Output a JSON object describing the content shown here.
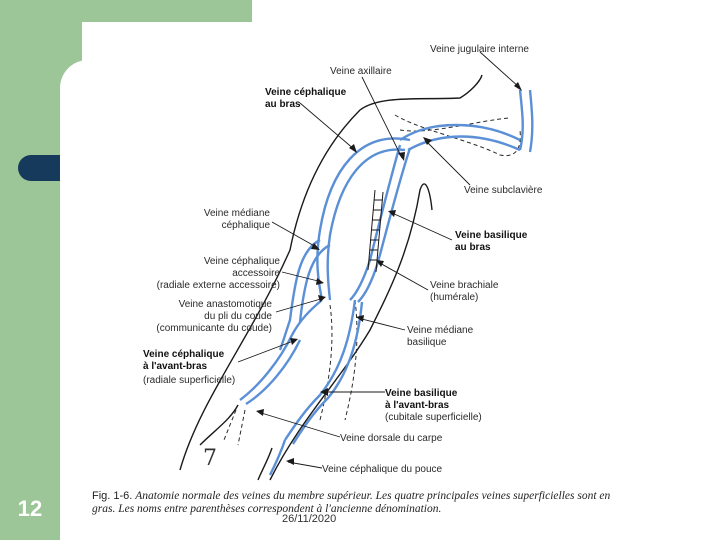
{
  "slide": {
    "number": "12",
    "date": "26/11/2020"
  },
  "colors": {
    "accent_green": "#9dc698",
    "navy": "#163a5c",
    "vein_blue": "#5b8fd6"
  },
  "labels": {
    "jugulaire": "Veine jugulaire interne",
    "axillaire": "Veine axillaire",
    "cephalique_bras_1": "Veine céphalique",
    "cephalique_bras_2": "au bras",
    "subclaviere": "Veine subclavière",
    "mediane_ceph_1": "Veine médiane",
    "mediane_ceph_2": "céphalique",
    "basilique_bras_1": "Veine basilique",
    "basilique_bras_2": "au bras",
    "ceph_access_1": "Veine céphalique",
    "ceph_access_2": "accessoire",
    "ceph_access_3": "(radiale externe accessoire)",
    "brachiale_1": "Veine brachiale",
    "brachiale_2": "(humérale)",
    "anastomotique_1": "Veine anastomotique",
    "anastomotique_2": "du pli du coude",
    "anastomotique_3": "(communicante du coude)",
    "mediane_basil_1": "Veine médiane",
    "mediane_basil_2": "basilique",
    "ceph_avant_bras_1": "Veine céphalique",
    "ceph_avant_bras_2": "à l'avant-bras",
    "ceph_avant_bras_3": "(radiale superficielle)",
    "basil_avant_bras_1": "Veine basilique",
    "basil_avant_bras_2": "à l'avant-bras",
    "basil_avant_bras_3": "(cubitale superficielle)",
    "dorsale_carpe": "Veine dorsale du carpe",
    "ceph_pouce": "Veine céphalique du pouce",
    "hand_number": "7"
  },
  "caption": {
    "figure_ref": "Fig. 1-6.",
    "text": "Anatomie normale des veines du membre supérieur. Les quatre principales veines superficielles sont en gras. Les noms entre parenthèses correspondent à l'ancienne dénomination."
  }
}
